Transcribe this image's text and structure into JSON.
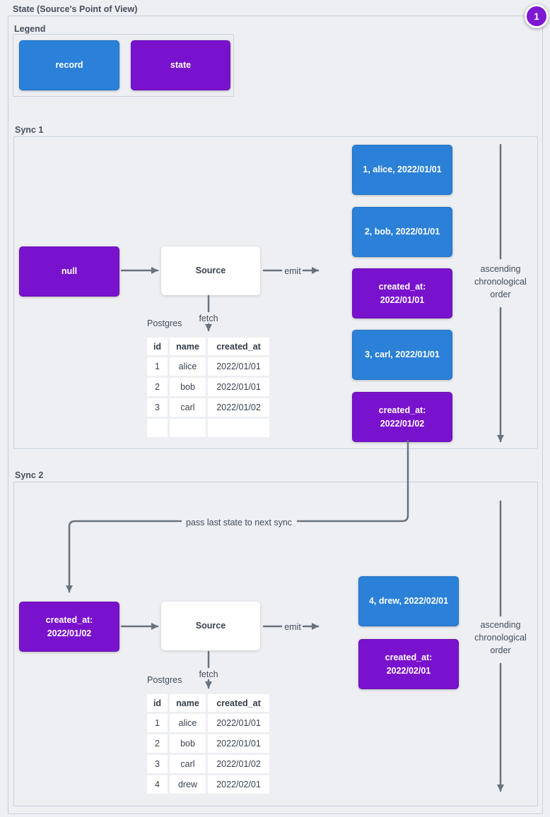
{
  "page": {
    "title": "State (Source's Point of View)",
    "badge_count": "1"
  },
  "colors": {
    "record_blue": "#2b80d8",
    "state_purple": "#7912cd",
    "line_gray": "#68737f",
    "panel_border": "#c8d1dc",
    "background": "#edeff3"
  },
  "legend": {
    "label": "Legend",
    "items": [
      {
        "type": "record",
        "label": "record"
      },
      {
        "type": "state",
        "label": "state"
      }
    ]
  },
  "sync1": {
    "label": "Sync 1",
    "input_state": "null",
    "source_label": "Source",
    "emit_label": "emit",
    "fetch_label": "fetch",
    "db_label": "Postgres",
    "table": {
      "headers": [
        "id",
        "name",
        "created_at"
      ],
      "rows": [
        [
          "1",
          "alice",
          "2022/01/01"
        ],
        [
          "2",
          "bob",
          "2022/01/01"
        ],
        [
          "3",
          "carl",
          "2022/01/02"
        ],
        [
          "",
          "",
          ""
        ]
      ]
    },
    "emitted": [
      {
        "type": "record",
        "label": "1, alice, 2022/01/01"
      },
      {
        "type": "record",
        "label": "2, bob, 2022/01/01"
      },
      {
        "type": "state",
        "label": "created_at:\n2022/01/01"
      },
      {
        "type": "record",
        "label": "3, carl, 2022/01/01"
      },
      {
        "type": "state",
        "label": "created_at:\n2022/01/02"
      }
    ],
    "order_note": "ascending\nchronological\norder"
  },
  "pass_label": "pass last state to next sync",
  "sync2": {
    "label": "Sync 2",
    "input_state": "created_at:\n2022/01/02",
    "source_label": "Source",
    "emit_label": "emit",
    "fetch_label": "fetch",
    "db_label": "Postgres",
    "table": {
      "headers": [
        "id",
        "name",
        "created_at"
      ],
      "rows": [
        [
          "1",
          "alice",
          "2022/01/01"
        ],
        [
          "2",
          "bob",
          "2022/01/01"
        ],
        [
          "3",
          "carl",
          "2022/01/02"
        ],
        [
          "4",
          "drew",
          "2022/02/01"
        ]
      ]
    },
    "emitted": [
      {
        "type": "record",
        "label": "4, drew, 2022/02/01"
      },
      {
        "type": "state",
        "label": "created_at:\n2022/02/01"
      }
    ],
    "order_note": "ascending\nchronological\norder"
  }
}
